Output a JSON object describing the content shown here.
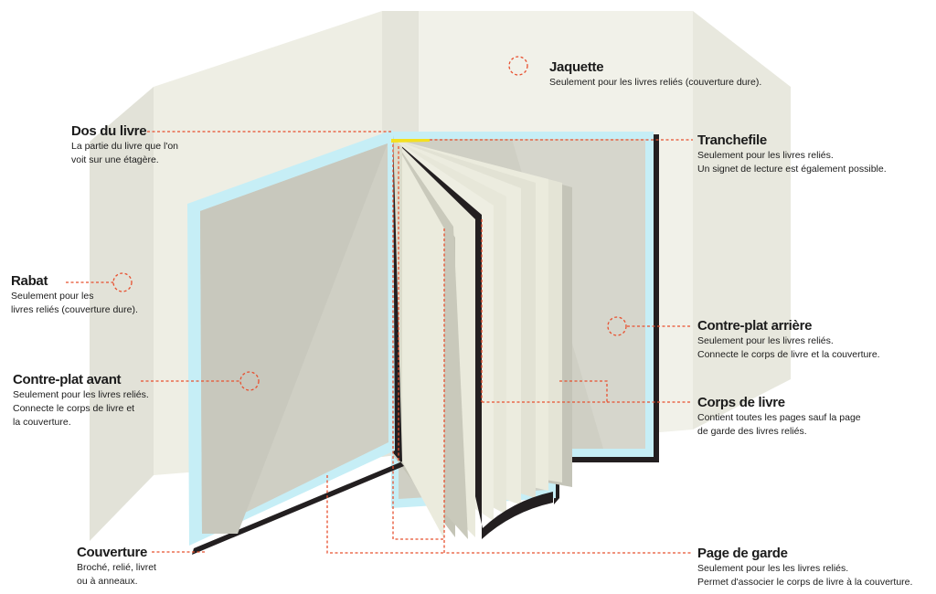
{
  "colors": {
    "leader": "#e8502f",
    "jacket": "#eeeee4",
    "jacket_dark": "#e2e2d8",
    "cover_edge": "#c6eef6",
    "cover_board": "#cfcfc4",
    "shadow": "#231f20",
    "pages": "#ebebdc",
    "headband": "#f4e01e"
  },
  "labels": {
    "jaquette": {
      "title": "Jaquette",
      "lines": [
        "Seulement pour les livres reliés (couverture dure)."
      ]
    },
    "dos": {
      "title": "Dos du livre",
      "lines": [
        "La partie du livre que l'on",
        "voit sur une étagère."
      ]
    },
    "tranchefile": {
      "title": "Tranchefile",
      "lines": [
        "Seulement pour les livres reliés.",
        "Un signet de lecture est également possible."
      ]
    },
    "rabat": {
      "title": "Rabat",
      "lines": [
        "Seulement pour les",
        "livres reliés (couverture dure)."
      ]
    },
    "contre_plat_arriere": {
      "title": "Contre-plat arrière",
      "lines": [
        "Seulement pour les livres reliés.",
        "Connecte le corps de livre et la couverture."
      ]
    },
    "contre_plat_avant": {
      "title": "Contre-plat avant",
      "lines": [
        "Seulement pour les livres reliés.",
        "Connecte le corps de livre et",
        "la couverture."
      ]
    },
    "corps": {
      "title": "Corps de livre",
      "lines": [
        "Contient toutes les pages sauf la page",
        "de garde des livres reliés."
      ]
    },
    "couverture": {
      "title": "Couverture",
      "lines": [
        "Broché, relié, livret",
        "ou à anneaux."
      ]
    },
    "page_garde": {
      "title": "Page de garde",
      "lines": [
        "Seulement pour les les livres reliés.",
        "Permet d'associer le corps de livre à la couverture."
      ]
    }
  }
}
